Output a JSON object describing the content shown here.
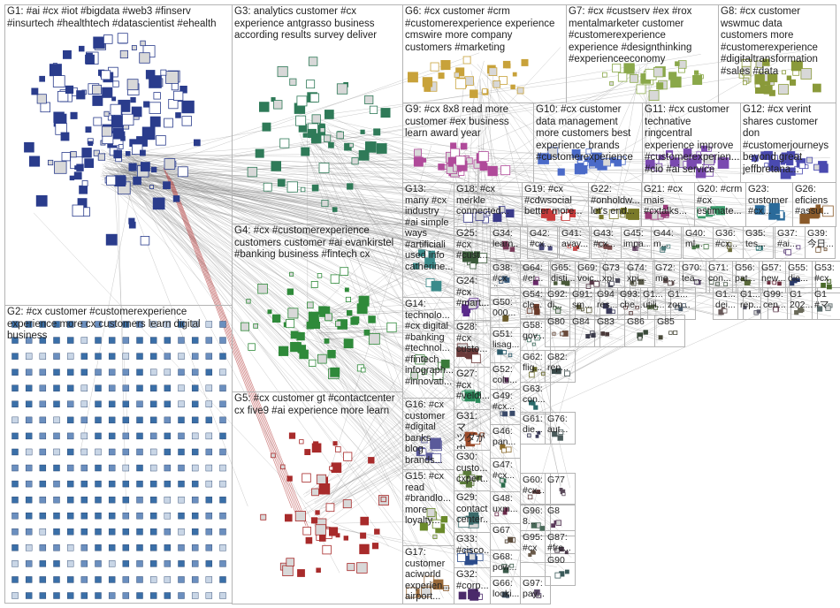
{
  "colors": {
    "background": "#ffffff",
    "group_border": "#b4b4b4",
    "edge": "#8a8a8a",
    "label_text": "#222222"
  },
  "groups": {
    "G1": {
      "label": "G1: #ai #cx #iot #bigdata #web3 #finserv\n#insurtech #healthtech #datascientist #ehealth",
      "color": "#2a3c8c"
    },
    "G2": {
      "label": "G2: #cx customer #customerexperience\nexperience more cx customers learn digital\nbusiness",
      "color": "#3a6fa8"
    },
    "G3": {
      "label": "G3: analytics customer #cx\nexperience antgrasso business\naccording results survey deliver",
      "color": "#2f7a58"
    },
    "G4": {
      "label": "G4: #cx #customerexperience\ncustomers customer #ai evankirstel\n#banking business #fintech cx",
      "color": "#2f8a3a"
    },
    "G5": {
      "label": "G5: #cx customer gt #contactcenter\ncx five9 #ai experience more learn",
      "color": "#a82b2b"
    },
    "G6": {
      "label": "G6: #cx customer #crm\n#customerexperience experience\ncmswire more company\ncustomers #marketing",
      "color": "#c8a23a"
    },
    "G7": {
      "label": "G7: #cx #custserv #ex #rox\nmentalmarketer customer\n#customerexperience\nexperience #designthinking\n#experienceeconomy",
      "color": "#8aa84a"
    },
    "G8": {
      "label": "G8: #cx customer\nwswmuc data\ncustomers more\n#customerexperience\n#digitaltransformation\n#sales #data",
      "color": "#8a9a3a"
    },
    "G9": {
      "label": "G9: #cx 8x8 read more\ncustomer #ex business\nlearn award year",
      "color": "#b04a9a"
    },
    "G10": {
      "label": "G10: #cx customer\ndata management\nmore customers best\nexperience brands\n#customerexperience",
      "color": "#4a6ac8"
    },
    "G11": {
      "label": "G11: #cx customer\ntechnative\nringcentral\nexperience improve\n#customerexperien...\n#cio #ai service",
      "color": "#7a4ab0"
    },
    "G12": {
      "label": "G12: #cx verint\nshares customer\ndon\n#customerjourneys\nbeyond great\njeffbretana...",
      "color": "#4a4ab0"
    },
    "G13": {
      "label": "G13:\nmany #cx\nindustry\n#ai simple\nways\n#artificiali\nused info\ncatherine...",
      "color": "#3a8a8a"
    },
    "G14": {
      "label": "G14:\ntechnolo...\n#cx digital\n#banking\n#technol...\n#fintech\ninfograph...\n#innovati...",
      "color": "#3a7a3a"
    },
    "G15": {
      "label": "G15: #cx\nread\n#brandlo...\nmore\nloyalty...",
      "color": "#6a8a2a"
    },
    "G16": {
      "label": "G16: #cx\ncustomer\n#digital\nbanks\nblog\nbrands...",
      "color": "#5a5a9a"
    },
    "G17": {
      "label": "G17:\ncustomer\naciworld\nexperien...\nairport...",
      "color": "#9a6a3a"
    },
    "G18": {
      "label": "G18: #cx\nmerkle\nconnected...",
      "color": "#3a3a8a"
    },
    "G19": {
      "label": "G19: #cx\n#cdwsocial\nbetter more...",
      "color": "#c83a3a"
    },
    "G20": {
      "label": "G20: #crm\n#cx\nestimate...",
      "color": "#3a9a6a"
    },
    "G21": {
      "label": "G21: #cx\nmais\n#cxtalks...",
      "color": "#9a3a7a"
    },
    "G22": {
      "label": "G22:\n#onholdw...\nlet's end...",
      "color": "#7a7a2a"
    },
    "G23": {
      "label": "G23:\ncustomer\n#cx...",
      "color": "#2a6a9a"
    },
    "G24": {
      "label": "G24:\n#cx\n#mart...",
      "color": "#5a2a8a"
    },
    "G25": {
      "label": "G25:\n#cx\n#cust...",
      "color": "#3a5a3a"
    },
    "G26": {
      "label": "G26:\neficiens\n#assu...",
      "color": "#8a5a2a"
    },
    "G27": {
      "label": "G27:\n#cx\n#veldi...",
      "color": "#2a8a5a"
    },
    "G28": {
      "label": "G28:\n#cx\ncusto...",
      "color": "#6a3a3a"
    },
    "G29": {
      "label": "G29:\ncontact\ncenter...",
      "color": "#3a6a6a"
    },
    "G30": {
      "label": "G30:\ncusto...\ncxpert...",
      "color": "#5a7a3a"
    },
    "G31": {
      "label": "G31: マ\nツダが中\n国熱...",
      "color": "#9a4a2a"
    },
    "G32": {
      "label": "G32:\n#corp...",
      "color": "#4a2a6a"
    },
    "G33": {
      "label": "G33:\n#cisco...",
      "color": "#2a4a8a"
    },
    "G34": {
      "label": "G34:\nlearn...",
      "color": "#7a3a5a"
    },
    "G35": {
      "label": "G35:\ntes...",
      "color": "#3a7a7a"
    },
    "G36": {
      "label": "G36:\n#cx...",
      "color": "#6a6a3a"
    },
    "G37": {
      "label": "G37:\n#ai...",
      "color": "#5a3a7a"
    },
    "G38": {
      "label": "G38:\n#cx\n#cu...",
      "color": "#3a5a7a"
    },
    "G39": {
      "label": "G39:\n今日...",
      "color": "#7a5a3a"
    },
    "G40": {
      "label": "G40:\nml...",
      "color": "#4a7a4a"
    },
    "G41": {
      "label": "G41:\navay...",
      "color": "#c84a4a"
    },
    "G42": {
      "label": "G42:\n#cx...",
      "color": "#4a4a7a"
    },
    "G43": {
      "label": "G43:\n#cx...",
      "color": "#7a4a4a"
    },
    "G44": {
      "label": "G44:\nm...",
      "color": "#4a7a7a"
    },
    "G45": {
      "label": "G45:\nimpa...",
      "color": "#6a4a6a"
    },
    "G46": {
      "label": "G46:\npan...",
      "color": "#8a6a2a"
    },
    "G47": {
      "label": "G47:\n#cx...",
      "color": "#2a6a4a"
    },
    "G48": {
      "label": "G48:\nuxm...",
      "color": "#6a2a4a"
    },
    "G49": {
      "label": "G49:\n#cx...",
      "color": "#3a4a6a"
    },
    "G50": {
      "label": "G50:\n000...",
      "color": "#6a5a2a"
    },
    "G51": {
      "label": "G51:\nlisag...",
      "color": "#2a5a6a"
    },
    "G52": {
      "label": "G52:\ncolu...",
      "color": "#5a2a5a"
    },
    "G53": {
      "label": "G53:\n#cx",
      "color": "#4a6a2a"
    },
    "G54": {
      "label": "G54:\ncle...",
      "color": "#6a3a2a"
    },
    "G55": {
      "label": "G55:\ndie...",
      "color": "#2a3a6a"
    },
    "G56": {
      "label": "G56:\npat...",
      "color": "#5a6a3a"
    },
    "G57": {
      "label": "G57:\nnew...",
      "color": "#6a2a3a"
    },
    "G58": {
      "label": "G58:\ngov...",
      "color": "#3a6a5a"
    },
    "G60": {
      "label": "G60:\n#cx...",
      "color": "#5a3a3a"
    },
    "G61": {
      "label": "G61:\ndie...",
      "color": "#3a3a5a"
    },
    "G62": {
      "label": "G62:\nflig...",
      "color": "#6a6a2a"
    },
    "G63": {
      "label": "G63:\ncon...",
      "color": "#2a6a6a"
    },
    "G64": {
      "label": "G64:\n#et...",
      "color": "#6a2a6a"
    },
    "G65": {
      "label": "G65:\ndisti...",
      "color": "#4a5a3a"
    },
    "G66": {
      "label": "G66:\nlooki...",
      "color": "#3a4a5a"
    },
    "G67": {
      "label": "G67",
      "color": "#5a4a3a"
    },
    "G68": {
      "label": "G68:\npow...",
      "color": "#3a5a4a"
    },
    "G69": {
      "label": "G69:\nvoic...",
      "color": "#5a3a4a"
    },
    "G70": {
      "label": "G70:\ntea...",
      "color": "#4a3a5a"
    },
    "G71": {
      "label": "G71:\ncon...",
      "color": "#4a5a4a"
    },
    "G72": {
      "label": "G72:\nme...",
      "color": "#5a4a4a"
    },
    "G73": {
      "label": "G73\nxpi",
      "color": "#4a4a5a"
    },
    "G74": {
      "label": "G74:\nxpi...",
      "color": "#5a5a4a"
    },
    "G76": {
      "label": "G76:\naut...",
      "color": "#4a5a5a"
    },
    "G77": {
      "label": "G77",
      "color": "#5a4a5a"
    },
    "G80": {
      "label": "G80",
      "color": "#6a4a3a"
    },
    "G82": {
      "label": "G82:\nrep...",
      "color": "#3a4a4a"
    },
    "G83": {
      "label": "G83",
      "color": "#4a3a3a"
    },
    "G84": {
      "label": "G84",
      "color": "#3a3a4a"
    },
    "G85": {
      "label": "G85",
      "color": "#4a4a3a"
    },
    "G86": {
      "label": "G86",
      "color": "#3a4a3a"
    },
    "G87": {
      "label": "G87:\n#fre...",
      "color": "#4a3a4a"
    },
    "G88": {
      "label": "G8",
      "color": "#5a3a5a"
    },
    "G90": {
      "label": "G90",
      "color": "#3a5a5a"
    },
    "G91": {
      "label": "G91:\nsm...",
      "color": "#5a5a3a"
    },
    "G92": {
      "label": "G92:\ndi...",
      "color": "#3a5a3a"
    },
    "G93": {
      "label": "G93:\nche...",
      "color": "#5a3a3a"
    },
    "G94": {
      "label": "G94\nres...",
      "color": "#3a3a5a"
    },
    "G95": {
      "label": "G95:\n#cx",
      "color": "#6a5a4a"
    },
    "G96": {
      "label": "G96:\n8...",
      "color": "#4a6a5a"
    },
    "G97": {
      "label": "G97:\npay...",
      "color": "#5a4a6a"
    },
    "G99": {
      "label": "G99:\ncen...",
      "color": "#6a4a5a"
    },
    "G100": {
      "label": "G1...\nzon...",
      "color": "#4a5a6a"
    },
    "G101": {
      "label": "G1...\nutili...",
      "color": "#5a6a4a"
    },
    "G102": {
      "label": "G1...\ndei...",
      "color": "#6a5a5a"
    },
    "G103": {
      "label": "G1...\nrep...",
      "color": "#5a5a6a"
    },
    "G104": {
      "label": "G1\n202...",
      "color": "#6a6a5a"
    },
    "G105": {
      "label": "G1\n#マ",
      "color": "#5a6a6a"
    }
  }
}
